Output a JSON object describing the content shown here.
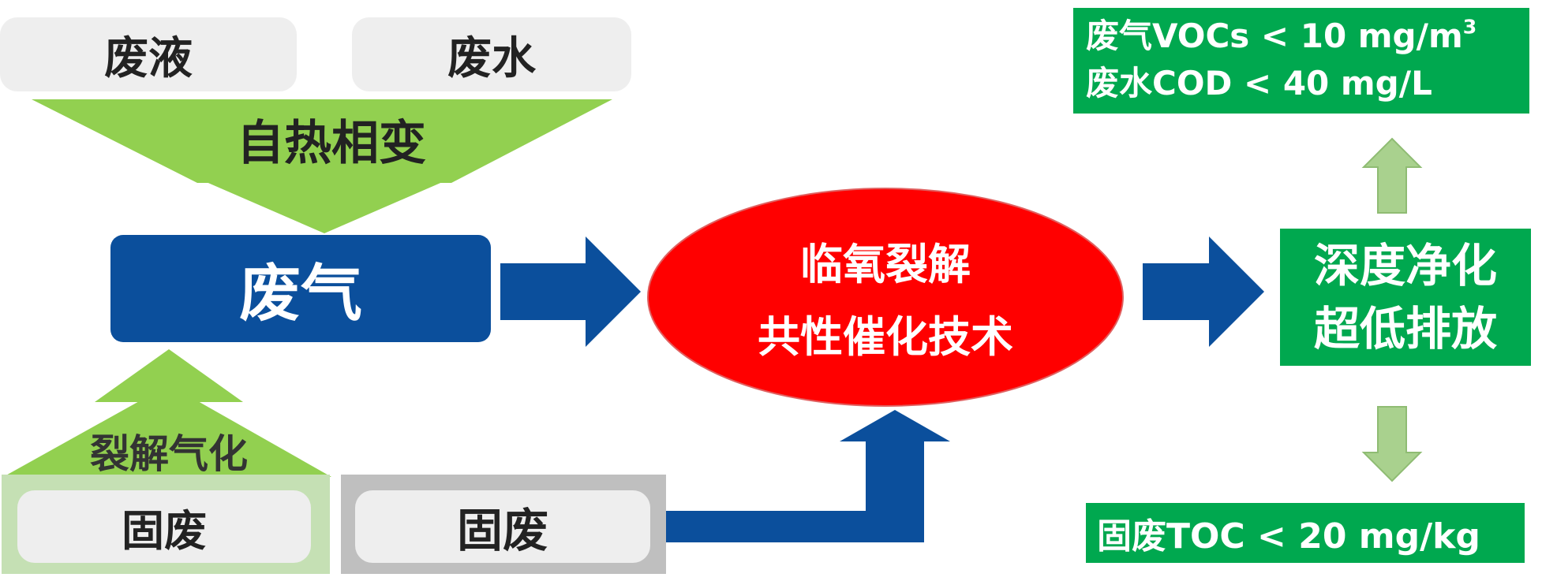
{
  "inputs": {
    "waste_liquid": "废液",
    "waste_water": "废水",
    "solid_waste_left": "固废",
    "solid_waste_center": "固废"
  },
  "process": {
    "autothermal_phase_change": "自热相变",
    "pyrolysis_gasification": "裂解气化",
    "exhaust_gas": "废气",
    "core_line1": "临氧裂解",
    "core_line2": "共性催化技术",
    "result_line1": "深度净化",
    "result_line2": "超低排放"
  },
  "standards": {
    "gas_prefix": "废气VOCs < 10 mg/m",
    "gas_sup": "3",
    "water": "废水COD < 40 mg/L",
    "solid": "固废TOC < 20 mg/kg"
  },
  "colors": {
    "light_green": "#92d050",
    "dark_blue": "#0b4f9c",
    "red": "#ff0000",
    "green": "#00a84f",
    "pale_green_arrow": "#a9d18e",
    "light_gray": "#eeeeee",
    "gray_frame": "#bfbfbf",
    "pale_green_frame": "#c5e0b4"
  }
}
